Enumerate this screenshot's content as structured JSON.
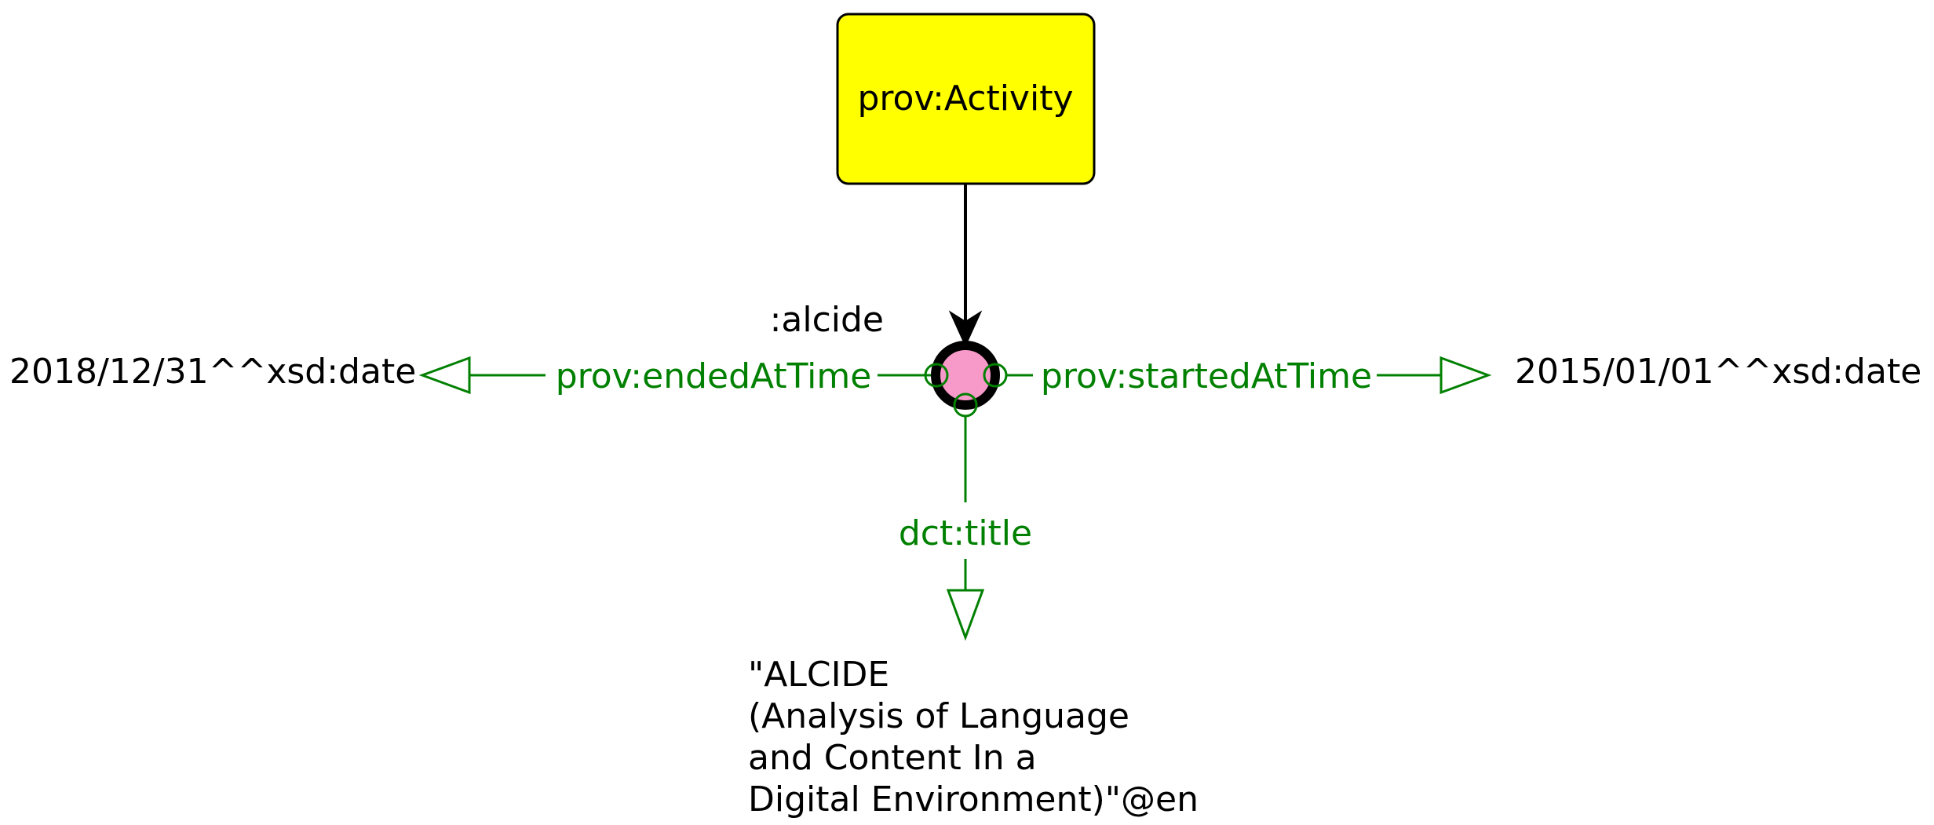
{
  "diagram": {
    "class_node": {
      "label": "prov:Activity",
      "fill": "#ffff00"
    },
    "individual": {
      "label": ":alcide",
      "fill": "#f79ac9"
    },
    "edges": {
      "ended": "prov:endedAtTime",
      "started": "prov:startedAtTime",
      "title": "dct:title"
    },
    "literals": {
      "end_date": "2018/12/31^^xsd:date",
      "start_date": "2015/01/01^^xsd:date",
      "title_lines": [
        "\"ALCIDE",
        "(Analysis of Language",
        "and Content In a",
        "Digital Environment)\"@en"
      ]
    },
    "colors": {
      "property_edge": "#008000",
      "type_edge": "#000000"
    }
  }
}
